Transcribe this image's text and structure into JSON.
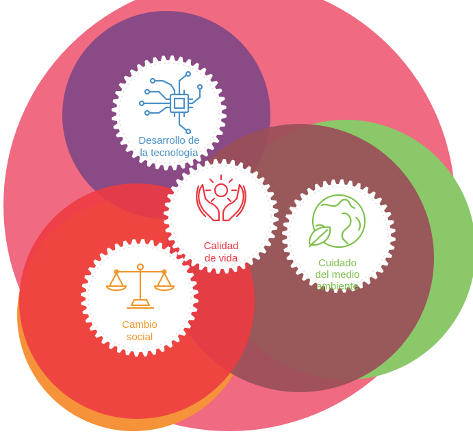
{
  "diagram": {
    "nodes": [
      {
        "id": "tech",
        "lines": [
          "Desarrollo de",
          "la tecnología"
        ],
        "icon": "circuit-chip-icon",
        "color": "#4a8ec8"
      },
      {
        "id": "life",
        "lines": [
          "Calidad",
          "de vida"
        ],
        "icon": "hands-sun-icon",
        "color": "#e8323c"
      },
      {
        "id": "env",
        "lines": [
          "Cuidado",
          "del medio",
          "ambiente"
        ],
        "icon": "earth-leaf-icon",
        "color": "#7cbf4a"
      },
      {
        "id": "social",
        "lines": [
          "Cambio",
          "social"
        ],
        "icon": "balance-scale-icon",
        "color": "#f0962a"
      }
    ],
    "colors": {
      "big_circle": "#f06a82",
      "blue_circle": "#6aaee8",
      "purple_circle": "#8a4a86",
      "green_circle": "#8ac86a",
      "brown_circle": "#9a5058",
      "orange_circle": "#f5923a",
      "red_circle": "#ee3a42"
    }
  }
}
